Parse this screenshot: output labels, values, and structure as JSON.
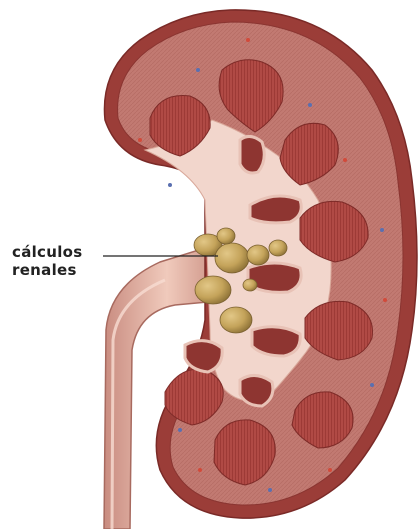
{
  "annotation": {
    "line1": "cálculos",
    "line2": "renales"
  },
  "colors": {
    "capsule": "#9b3d38",
    "cortex": "#c07870",
    "medulla_pyramid": "#a8403c",
    "sinus": "#f0d2c8",
    "ureter": "#e3b0a2",
    "stones": "#c9a860",
    "leader_line": "#222222"
  },
  "icons": [
    "kidney-cross-section-illustration",
    "kidney-stones"
  ]
}
